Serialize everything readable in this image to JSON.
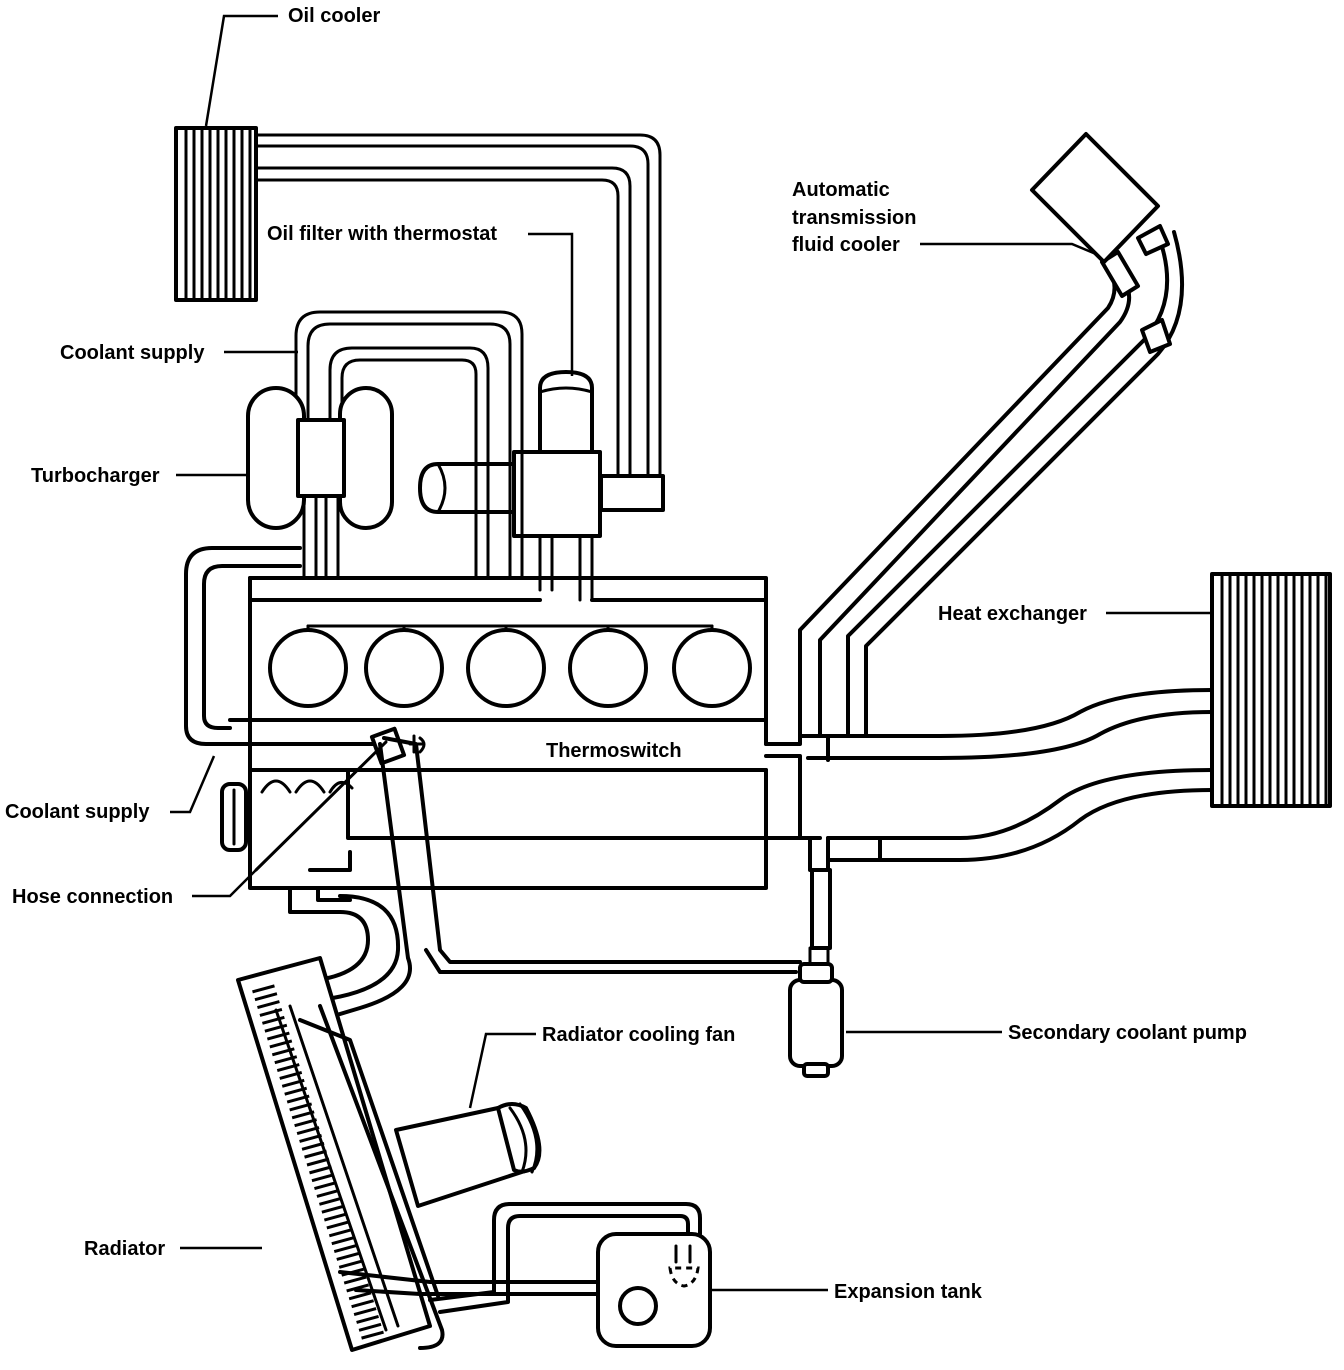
{
  "diagram": {
    "labels": {
      "oil_cooler": "Oil cooler",
      "oil_filter": "Oil filter with thermostat",
      "atf_cooler_line1": "Automatic",
      "atf_cooler_line2": "transmission",
      "atf_cooler_line3": "fluid cooler",
      "coolant_supply_top": "Coolant supply",
      "turbocharger": "Turbocharger",
      "heat_exchanger": "Heat exchanger",
      "thermoswitch": "Thermoswitch",
      "coolant_supply_bottom": "Coolant supply",
      "hose_connection": "Hose connection",
      "radiator_cooling_fan": "Radiator cooling fan",
      "secondary_coolant_pump": "Secondary coolant pump",
      "radiator": "Radiator",
      "expansion_tank": "Expansion tank"
    }
  }
}
